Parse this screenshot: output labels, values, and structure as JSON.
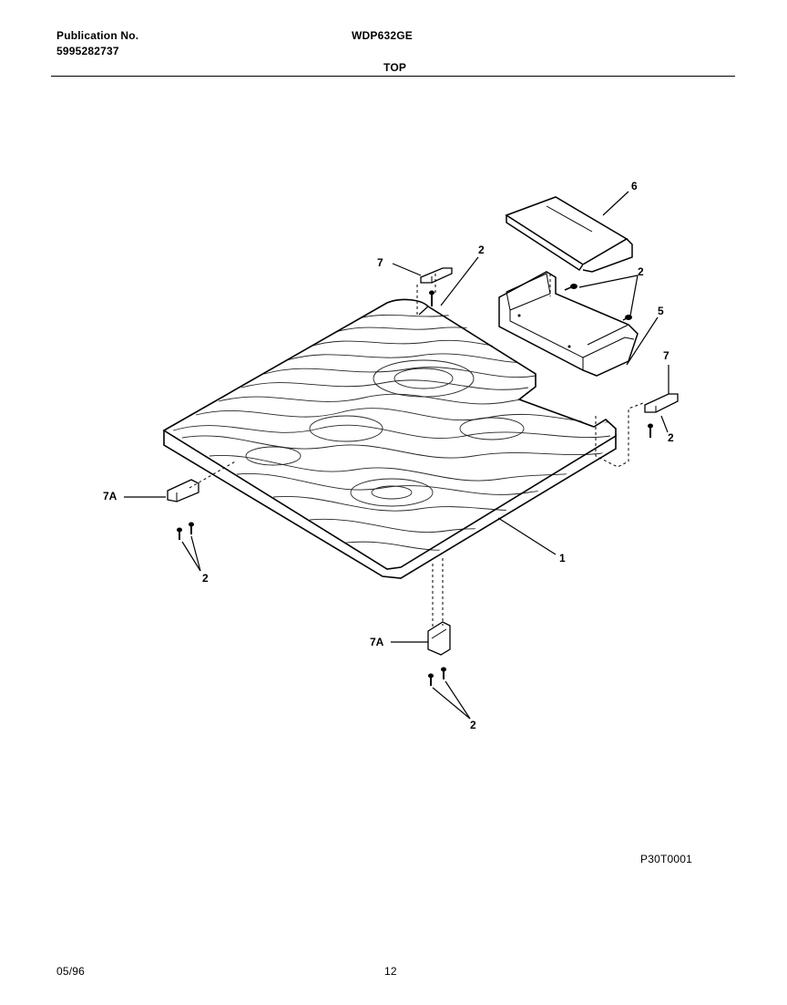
{
  "header": {
    "publication_label": "Publication No.",
    "publication_number": "5995282737",
    "model": "WDP632GE",
    "section": "TOP"
  },
  "callouts": {
    "top": "1",
    "screw_a": "2",
    "screw_b": "2",
    "screw_c": "2",
    "screw_d": "2",
    "screw_e": "2",
    "bracket_left": "7A",
    "bracket_bottom": "7A",
    "clip_left": "7",
    "clip_right": "7",
    "support": "5",
    "cover": "6"
  },
  "footer": {
    "drawing_code": "P30T0001",
    "date": "05/96",
    "page": "12"
  }
}
